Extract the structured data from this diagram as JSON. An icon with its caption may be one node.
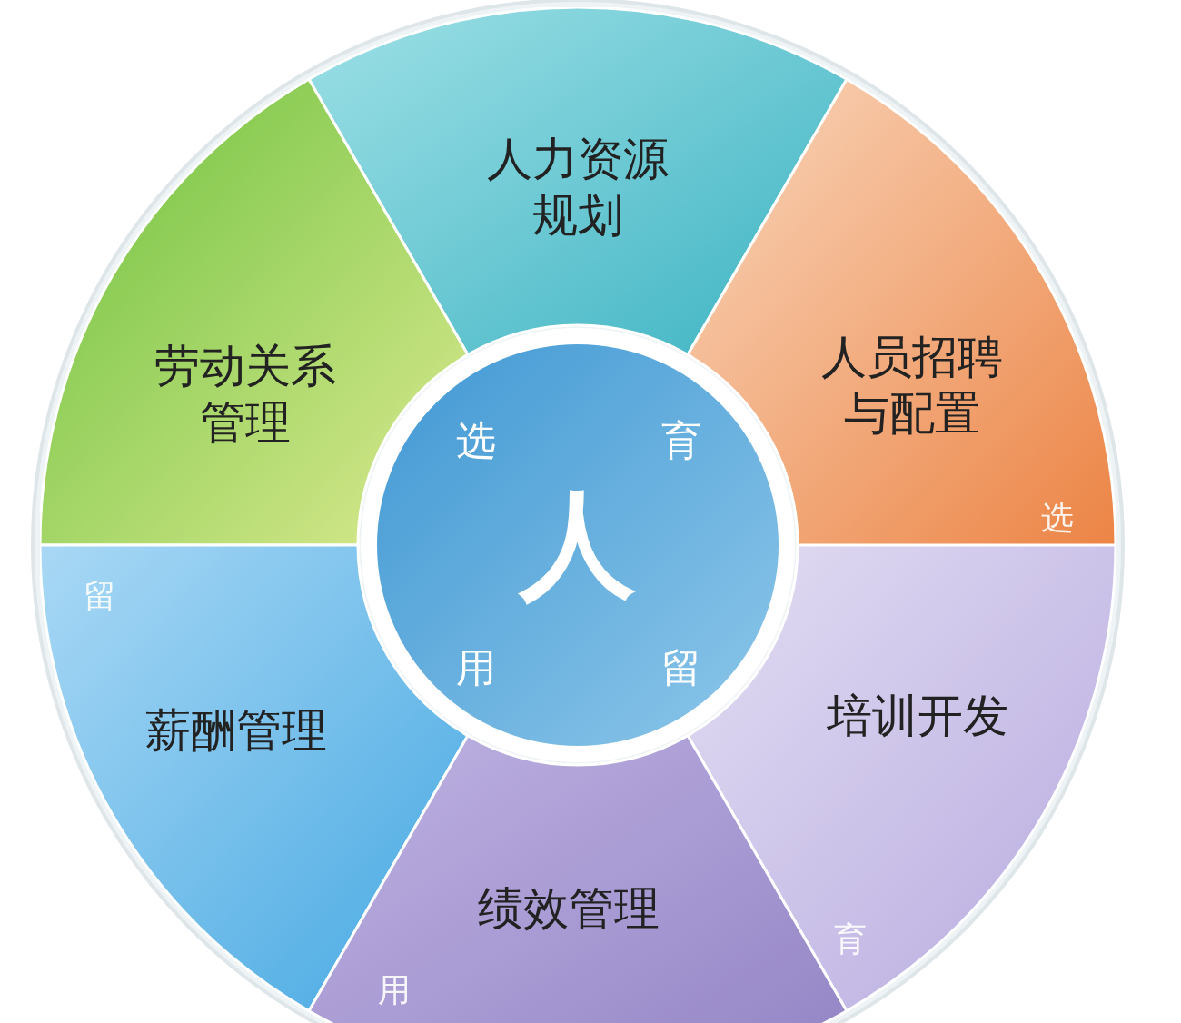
{
  "diagram": {
    "nodes": [
      {
        "text": [
          "人力资源规划"
        ]
      },
      {
        "text": [
          "劳动关系管理"
        ]
      },
      {
        "text": [
          "人员招聘与配置"
        ]
      },
      {
        "text": [
          "人",
          "选",
          "育",
          "用",
          "留"
        ]
      },
      {
        "text": [
          "薪酬管理"
        ]
      },
      {
        "text": [
          "培训开发"
        ]
      },
      {
        "text": [
          "绩效管理"
        ]
      }
    ],
    "edges": [],
    "labels": [
      "选",
      "留",
      "育",
      "用"
    ]
  }
}
